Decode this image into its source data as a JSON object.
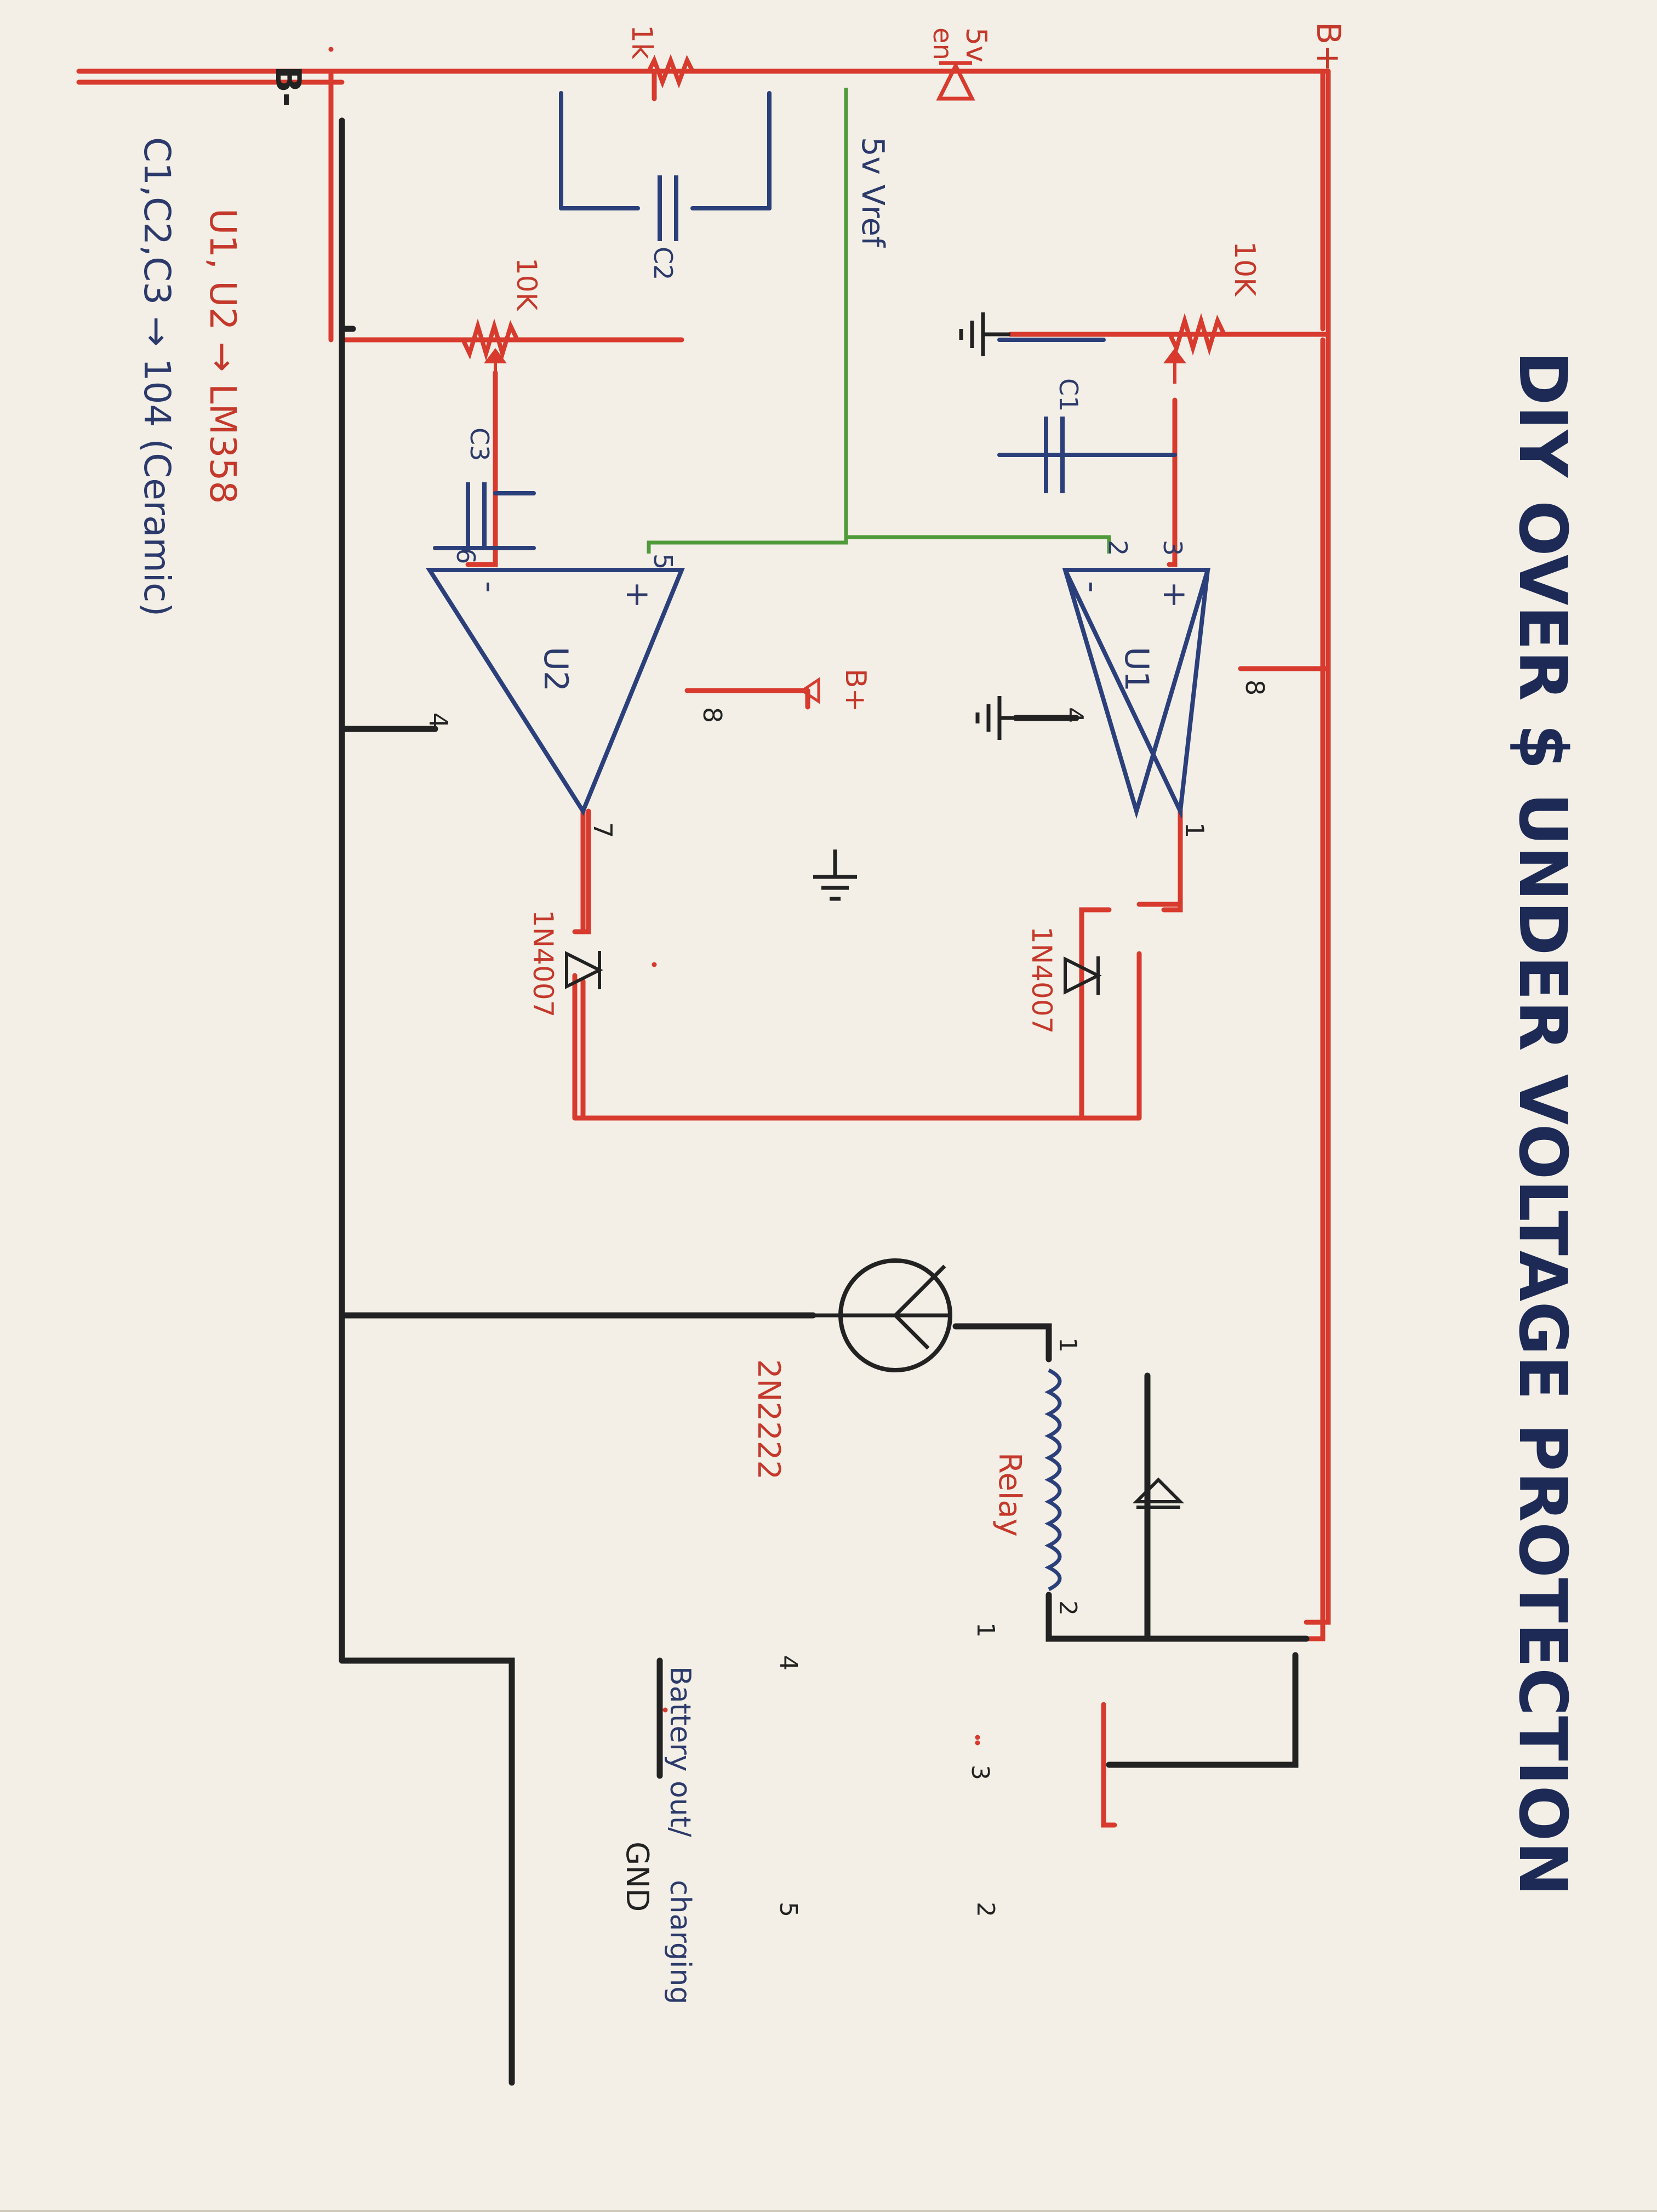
{
  "title": "DIY OVER $ UNDER VOLTAGE PROTECTION",
  "colors": {
    "paper": "#f3efe6",
    "red_wire": "#d83a2e",
    "black_wire": "#222222",
    "blue_wire": "#2b3f7a",
    "green_wire": "#4f9a3a",
    "label_red": "#c4392b",
    "label_blue": "#2c3a6b"
  },
  "labels": {
    "b_plus": "B+",
    "b_minus": "B-",
    "r1k": "1k",
    "zener": "5v",
    "zener_suffix": "en",
    "vref": "5v Vref",
    "pot_u1": "10K",
    "pot_u2": "10K",
    "cap_c1": "C1",
    "cap_c2": "C2",
    "cap_c3": "C3",
    "u1": "U1",
    "u2": "U2",
    "plus": "+",
    "minus": "-",
    "vcc_b_plus": "B+",
    "diode_u1": "1N4007",
    "diode_u2": "1N4007",
    "transistor": "2N2222",
    "relay": "Relay",
    "gnd": "GND",
    "battery_out": "Battery out/",
    "charging": "charging"
  },
  "pins": {
    "u1": {
      "noninv": "3",
      "inv": "2",
      "vcc": "8",
      "gnd": "4",
      "out": "1"
    },
    "u2": {
      "noninv": "5",
      "inv": "6",
      "vcc": "8",
      "gnd": "4",
      "out": "7"
    },
    "relay": {
      "coil_a": "1",
      "coil_b": "2",
      "contact_1": "1",
      "contact_2": "2",
      "contact_3": "3",
      "contact_4": "4",
      "contact_5": "5"
    }
  },
  "notes": {
    "line1": "U1, U2 → LM358",
    "line2": "C1,C2,C3 → 104 (Ceramic)"
  },
  "icons": {
    "resistor": "zigzag-resistor-icon",
    "diode": "diode-icon",
    "capacitor": "capacitor-icon",
    "potentiometer": "potentiometer-icon",
    "ground": "ground-icon",
    "transistor": "npn-transistor-icon",
    "relay_coil": "relay-coil-icon"
  }
}
